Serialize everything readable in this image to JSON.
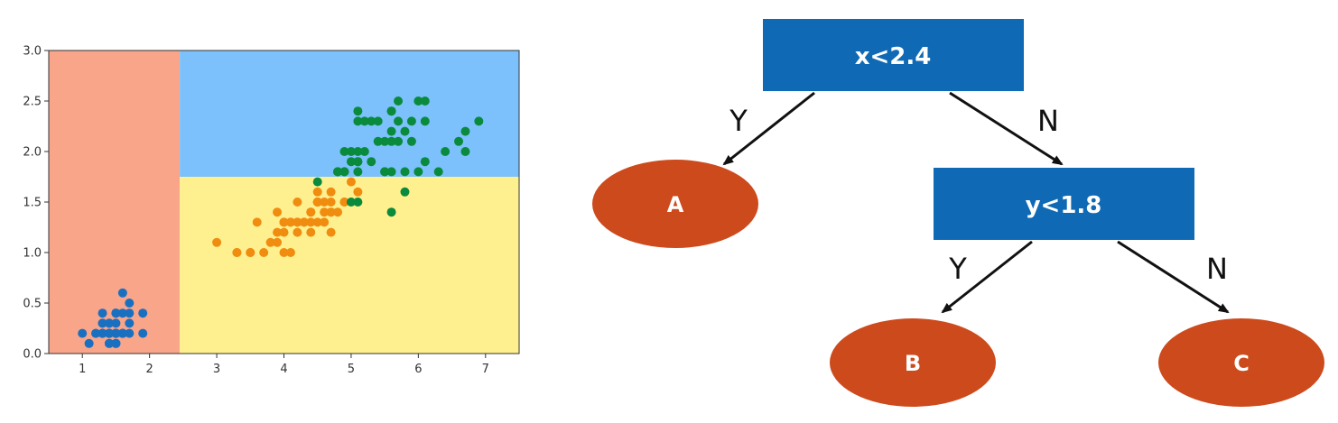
{
  "chart_data": {
    "type": "scatter",
    "title": "",
    "xlabel": "",
    "ylabel": "",
    "xlim": [
      0.5,
      7.5
    ],
    "ylim": [
      0.0,
      3.0
    ],
    "xticks": [
      "1",
      "2",
      "3",
      "4",
      "5",
      "6",
      "7"
    ],
    "yticks": [
      "0.0",
      "0.5",
      "1.0",
      "1.5",
      "2.0",
      "2.5",
      "3.0"
    ],
    "grid": false,
    "regions": [
      {
        "label": "A",
        "x": [
          0.5,
          2.45
        ],
        "y": [
          0.0,
          3.0
        ],
        "color": "#f9a58a"
      },
      {
        "label": "B",
        "x": [
          2.45,
          7.5
        ],
        "y": [
          0.0,
          1.75
        ],
        "color": "#fff08f"
      },
      {
        "label": "C",
        "x": [
          2.45,
          7.5
        ],
        "y": [
          1.75,
          3.0
        ],
        "color": "#7cc1fc"
      }
    ],
    "series": [
      {
        "color": "#1a70c0",
        "points": [
          [
            1.4,
            0.2
          ],
          [
            1.4,
            0.2
          ],
          [
            1.3,
            0.2
          ],
          [
            1.5,
            0.2
          ],
          [
            1.4,
            0.2
          ],
          [
            1.7,
            0.4
          ],
          [
            1.4,
            0.3
          ],
          [
            1.5,
            0.2
          ],
          [
            1.4,
            0.2
          ],
          [
            1.5,
            0.1
          ],
          [
            1.5,
            0.2
          ],
          [
            1.6,
            0.2
          ],
          [
            1.4,
            0.1
          ],
          [
            1.1,
            0.1
          ],
          [
            1.2,
            0.2
          ],
          [
            1.5,
            0.4
          ],
          [
            1.3,
            0.4
          ],
          [
            1.4,
            0.3
          ],
          [
            1.7,
            0.3
          ],
          [
            1.5,
            0.3
          ],
          [
            1.7,
            0.2
          ],
          [
            1.5,
            0.4
          ],
          [
            1.0,
            0.2
          ],
          [
            1.7,
            0.5
          ],
          [
            1.9,
            0.2
          ],
          [
            1.6,
            0.2
          ],
          [
            1.6,
            0.4
          ],
          [
            1.5,
            0.2
          ],
          [
            1.4,
            0.2
          ],
          [
            1.6,
            0.2
          ],
          [
            1.6,
            0.2
          ],
          [
            1.5,
            0.4
          ],
          [
            1.5,
            0.1
          ],
          [
            1.4,
            0.2
          ],
          [
            1.5,
            0.2
          ],
          [
            1.2,
            0.2
          ],
          [
            1.3,
            0.2
          ],
          [
            1.4,
            0.1
          ],
          [
            1.3,
            0.2
          ],
          [
            1.5,
            0.2
          ],
          [
            1.3,
            0.3
          ],
          [
            1.3,
            0.3
          ],
          [
            1.3,
            0.2
          ],
          [
            1.6,
            0.6
          ],
          [
            1.9,
            0.4
          ],
          [
            1.4,
            0.3
          ],
          [
            1.6,
            0.2
          ],
          [
            1.4,
            0.2
          ],
          [
            1.5,
            0.2
          ],
          [
            1.4,
            0.2
          ]
        ]
      },
      {
        "color": "#f08c0f",
        "points": [
          [
            4.7,
            1.4
          ],
          [
            4.5,
            1.5
          ],
          [
            4.9,
            1.5
          ],
          [
            4.0,
            1.3
          ],
          [
            4.6,
            1.5
          ],
          [
            4.5,
            1.3
          ],
          [
            4.7,
            1.6
          ],
          [
            3.3,
            1.0
          ],
          [
            4.6,
            1.3
          ],
          [
            3.9,
            1.4
          ],
          [
            3.5,
            1.0
          ],
          [
            4.2,
            1.5
          ],
          [
            4.0,
            1.0
          ],
          [
            4.7,
            1.4
          ],
          [
            3.6,
            1.3
          ],
          [
            4.4,
            1.4
          ],
          [
            4.5,
            1.5
          ],
          [
            4.1,
            1.0
          ],
          [
            4.5,
            1.5
          ],
          [
            3.9,
            1.1
          ],
          [
            4.8,
            1.8
          ],
          [
            4.0,
            1.3
          ],
          [
            4.9,
            1.5
          ],
          [
            4.7,
            1.2
          ],
          [
            4.3,
            1.3
          ],
          [
            4.4,
            1.4
          ],
          [
            4.8,
            1.4
          ],
          [
            5.0,
            1.7
          ],
          [
            4.5,
            1.5
          ],
          [
            3.5,
            1.0
          ],
          [
            3.8,
            1.1
          ],
          [
            3.7,
            1.0
          ],
          [
            3.9,
            1.2
          ],
          [
            5.1,
            1.6
          ],
          [
            4.5,
            1.5
          ],
          [
            4.5,
            1.6
          ],
          [
            4.7,
            1.5
          ],
          [
            4.4,
            1.3
          ],
          [
            4.1,
            1.3
          ],
          [
            4.0,
            1.3
          ],
          [
            4.4,
            1.2
          ],
          [
            4.6,
            1.4
          ],
          [
            4.0,
            1.2
          ],
          [
            3.3,
            1.0
          ],
          [
            4.2,
            1.3
          ],
          [
            4.2,
            1.2
          ],
          [
            4.2,
            1.3
          ],
          [
            4.3,
            1.3
          ],
          [
            3.0,
            1.1
          ],
          [
            4.1,
            1.3
          ]
        ]
      },
      {
        "color": "#0a8a3c",
        "points": [
          [
            6.0,
            2.5
          ],
          [
            5.1,
            1.9
          ],
          [
            5.9,
            2.1
          ],
          [
            5.6,
            1.8
          ],
          [
            5.8,
            2.2
          ],
          [
            6.6,
            2.1
          ],
          [
            4.5,
            1.7
          ],
          [
            6.3,
            1.8
          ],
          [
            5.8,
            1.8
          ],
          [
            6.1,
            2.5
          ],
          [
            5.1,
            2.0
          ],
          [
            5.3,
            1.9
          ],
          [
            5.5,
            2.1
          ],
          [
            5.0,
            2.0
          ],
          [
            5.1,
            2.4
          ],
          [
            5.3,
            2.3
          ],
          [
            5.5,
            1.8
          ],
          [
            6.7,
            2.2
          ],
          [
            6.9,
            2.3
          ],
          [
            5.0,
            1.5
          ],
          [
            5.7,
            2.3
          ],
          [
            4.9,
            2.0
          ],
          [
            6.7,
            2.0
          ],
          [
            4.9,
            1.8
          ],
          [
            5.7,
            2.1
          ],
          [
            6.0,
            1.8
          ],
          [
            4.8,
            1.8
          ],
          [
            4.9,
            1.8
          ],
          [
            5.6,
            2.1
          ],
          [
            5.8,
            1.6
          ],
          [
            6.1,
            1.9
          ],
          [
            6.4,
            2.0
          ],
          [
            5.6,
            2.2
          ],
          [
            5.1,
            1.5
          ],
          [
            5.6,
            1.4
          ],
          [
            6.1,
            2.3
          ],
          [
            5.6,
            2.4
          ],
          [
            5.5,
            1.8
          ],
          [
            4.8,
            1.8
          ],
          [
            5.4,
            2.1
          ],
          [
            5.6,
            2.4
          ],
          [
            5.1,
            2.3
          ],
          [
            5.1,
            1.9
          ],
          [
            5.9,
            2.3
          ],
          [
            5.7,
            2.5
          ],
          [
            5.2,
            2.3
          ],
          [
            5.0,
            1.9
          ],
          [
            5.2,
            2.0
          ],
          [
            5.4,
            2.3
          ],
          [
            5.1,
            1.8
          ]
        ]
      }
    ]
  },
  "tree": {
    "root_label": "x<2.4",
    "inner_label": "y<1.8",
    "leaf_a": "A",
    "leaf_b": "B",
    "leaf_c": "C",
    "edge_root_yes": "Y",
    "edge_root_no": "N",
    "edge_inner_yes": "Y",
    "edge_inner_no": "N"
  },
  "colors": {
    "decision_node": "#0f69b4",
    "leaf_node": "#cc4a1c",
    "arrow": "#111111"
  }
}
